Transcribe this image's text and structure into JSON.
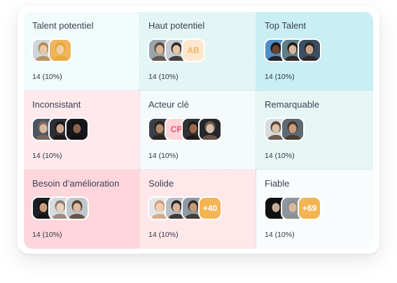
{
  "grid": {
    "cells": [
      {
        "title": "Talent potentiel",
        "count": "14 (10%)",
        "bg": "#f2fbfb",
        "avatars": [
          {
            "type": "photo",
            "skin": "#e7c7a8",
            "hair": "#b08a52",
            "bg": "#cfd6dc"
          },
          {
            "type": "photo",
            "skin": "#f0cfa9",
            "hair": "#e5a93a",
            "bg": "#f2b35c"
          }
        ]
      },
      {
        "title": "Haut potentiel",
        "count": "14 (10%)",
        "bg": "#e3f5f4",
        "avatars": [
          {
            "type": "photo",
            "skin": "#d9b596",
            "hair": "#5b4a3d",
            "bg": "#9aa6ad"
          },
          {
            "type": "photo",
            "skin": "#e8c4a6",
            "hair": "#2d2a28",
            "bg": "#c3cbd1"
          },
          {
            "type": "initials",
            "text": "AB",
            "bg": "#fde8cf",
            "color": "#f3b262"
          }
        ]
      },
      {
        "title": "Top Talent",
        "count": "14 (10%)",
        "bg": "#c9eef3",
        "avatars": [
          {
            "type": "photo",
            "skin": "#6b4430",
            "hair": "#1a1411",
            "bg": "#4f8fc8"
          },
          {
            "type": "photo",
            "skin": "#d6b79f",
            "hair": "#241c18",
            "bg": "#5f7f8a"
          },
          {
            "type": "photo",
            "skin": "#caa78b",
            "hair": "#2b2420",
            "bg": "#3b4f63"
          }
        ]
      },
      {
        "title": "Inconsistant",
        "count": "14 (10%)",
        "bg": "#ffe9ec",
        "avatars": [
          {
            "type": "photo",
            "skin": "#d6b8a2",
            "hair": "#7b6a5d",
            "bg": "#4e5460"
          },
          {
            "type": "photo",
            "skin": "#c9a48c",
            "hair": "#1d1816",
            "bg": "#2c2f36"
          },
          {
            "type": "photo",
            "skin": "#8a6450",
            "hair": "#141110",
            "bg": "#15171b"
          }
        ]
      },
      {
        "title": "Acteur clé",
        "count": "14 (10%)",
        "bg": "#f4fbfa",
        "avatars": [
          {
            "type": "photo",
            "skin": "#b48a6e",
            "hair": "#2a211c",
            "bg": "#3a3f48"
          },
          {
            "type": "initials",
            "text": "CP",
            "bg": "#ffd3da",
            "color": "#e8536c"
          },
          {
            "type": "photo",
            "skin": "#9a6a4c",
            "hair": "#1f1813",
            "bg": "#2f3236"
          },
          {
            "type": "photo",
            "skin": "#d9c0ab",
            "hair": "#6e5c4f",
            "bg": "#23262b"
          }
        ]
      },
      {
        "title": "Remarquable",
        "count": "14 (10%)",
        "bg": "#e6f6f5",
        "avatars": [
          {
            "type": "photo",
            "skin": "#dcc0a7",
            "hair": "#5b4636",
            "bg": "#d6dde2"
          },
          {
            "type": "photo",
            "skin": "#c89e80",
            "hair": "#4a3628",
            "bg": "#5e6a73"
          }
        ]
      },
      {
        "title": "Besoin d’amélioration",
        "count": "14 (10%)",
        "bg": "#ffd6dc",
        "avatars": [
          {
            "type": "photo",
            "skin": "#c9a07f",
            "hair": "#141414",
            "bg": "#1e2024"
          },
          {
            "type": "photo",
            "skin": "#e9d2c0",
            "hair": "#8d7d6e",
            "bg": "#d5dbe0"
          },
          {
            "type": "photo",
            "skin": "#dcbca3",
            "hair": "#5a3f2c",
            "bg": "#bfc6cc"
          }
        ]
      },
      {
        "title": "Solide",
        "count": "14 (10%)",
        "bg": "#ffe7ea",
        "avatars": [
          {
            "type": "photo",
            "skin": "#efcfb6",
            "hair": "#d4a079",
            "bg": "#e4e7ea"
          },
          {
            "type": "photo",
            "skin": "#d8b59a",
            "hair": "#2c2521",
            "bg": "#b7bec4"
          },
          {
            "type": "photo",
            "skin": "#c49a7c",
            "hair": "#3a2d25",
            "bg": "#8f9aa3"
          },
          {
            "type": "more",
            "text": "+40",
            "bg": "#f3b553"
          }
        ]
      },
      {
        "title": "Fiable",
        "count": "14 (10%)",
        "bg": "#f8fcfc",
        "avatars": [
          {
            "type": "photo",
            "skin": "#c8ad9a",
            "hair": "#101010",
            "bg": "#0f1012"
          },
          {
            "type": "photo",
            "skin": "#d8b8a0",
            "hair": "#8d8d8d",
            "bg": "#8f979e"
          },
          {
            "type": "more",
            "text": "+69",
            "bg": "#f3b553"
          }
        ]
      }
    ]
  }
}
